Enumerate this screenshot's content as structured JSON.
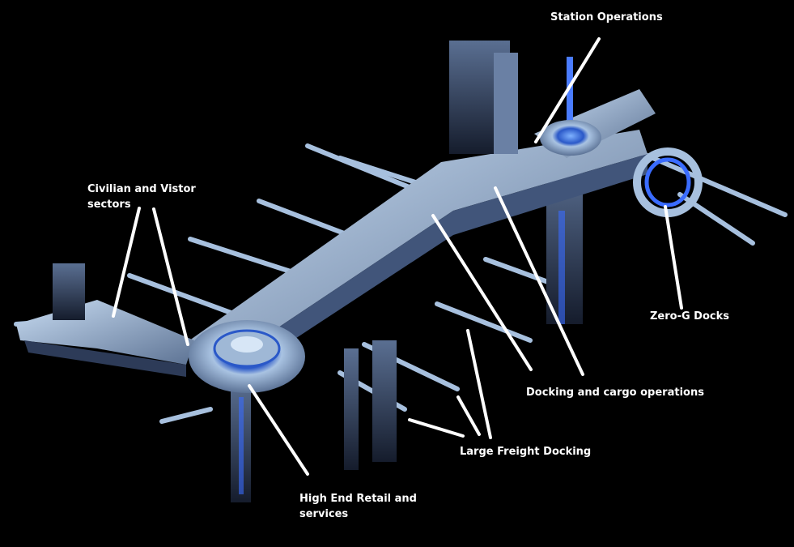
{
  "labels": {
    "station_operations": "Station Operations",
    "civilian_line1": "Civilian and Vistor",
    "civilian_line2": "sectors",
    "zero_g_docks": "Zero-G Docks",
    "docking_cargo": "Docking and cargo operations",
    "large_freight": "Large Freight Docking",
    "retail_line1": "High End Retail and",
    "retail_line2": "services"
  },
  "colors": {
    "background": "#000000",
    "hull": "#9fb8d6",
    "hull_dark": "#4a5f80",
    "accent": "#3a6cff",
    "label": "#ffffff"
  }
}
